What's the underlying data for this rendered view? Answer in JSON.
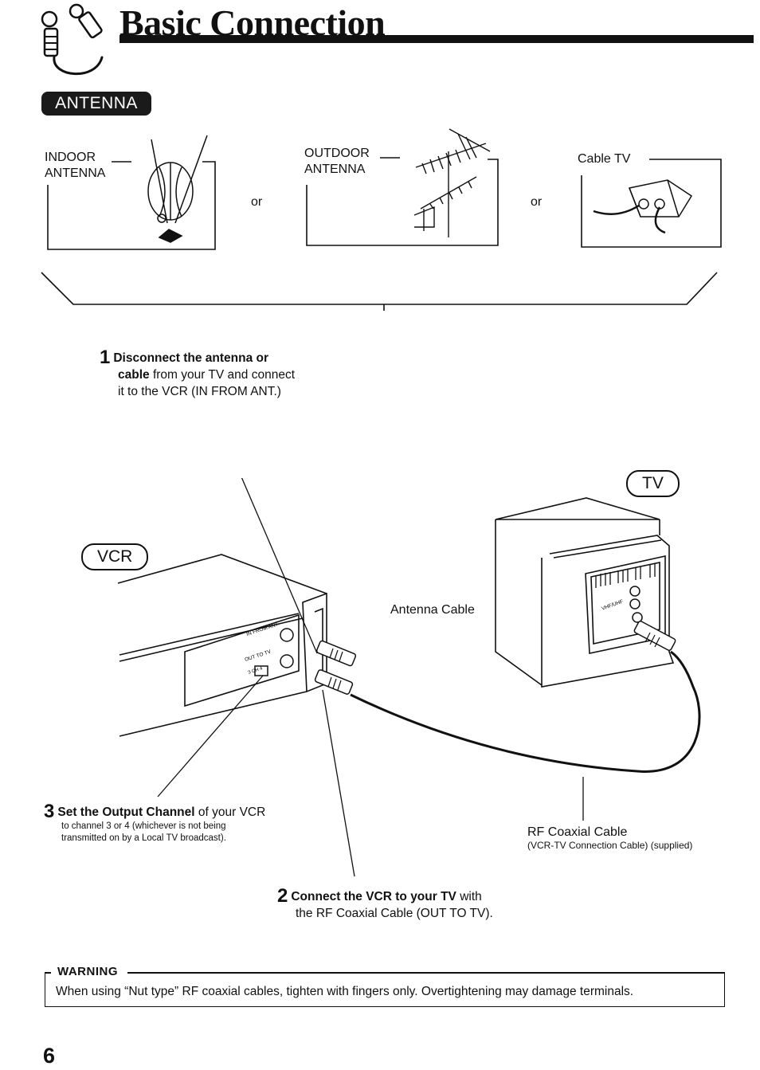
{
  "header": {
    "title": "Basic Connection",
    "section_tag": "ANTENNA"
  },
  "sources": {
    "indoor_line1": "INDOOR",
    "indoor_line2": "ANTENNA",
    "outdoor_line1": "OUTDOOR",
    "outdoor_line2": "ANTENNA",
    "cable_tv": "Cable TV",
    "or_1": "or",
    "or_2": "or"
  },
  "devices": {
    "vcr": "VCR",
    "tv": "TV",
    "vcr_jack_in": "IN FROM ANT.",
    "vcr_jack_out": "OUT TO TV",
    "vcr_channel": "3 CH 4",
    "tv_jack": "VHF/UHF"
  },
  "cables": {
    "antenna_cable": "Antenna Cable",
    "rf_coaxial": "RF Coaxial Cable",
    "rf_coaxial_note": "(VCR-TV Connection Cable) (supplied)"
  },
  "steps": {
    "s1_num": "1",
    "s1_bold_a": "Disconnect the antenna or",
    "s1_bold_b": "cable",
    "s1_rest_b": " from your TV and connect",
    "s1_line3": "it to the VCR (IN FROM ANT.)",
    "s2_num": "2",
    "s2_bold": "Connect the VCR to your TV",
    "s2_rest": " with",
    "s2_line2": "the RF Coaxial Cable (OUT TO TV).",
    "s3_num": "3",
    "s3_bold": "Set the Output Channel",
    "s3_rest": " of your VCR",
    "s3_small1": "to channel 3 or 4 (whichever is not being",
    "s3_small2": "transmitted on by a Local TV broadcast)."
  },
  "warning": {
    "title": "WARNING",
    "text": "When using “Nut type” RF coaxial cables, tighten with fingers only. Overtightening may damage terminals."
  },
  "footer": {
    "page_number": "6"
  }
}
